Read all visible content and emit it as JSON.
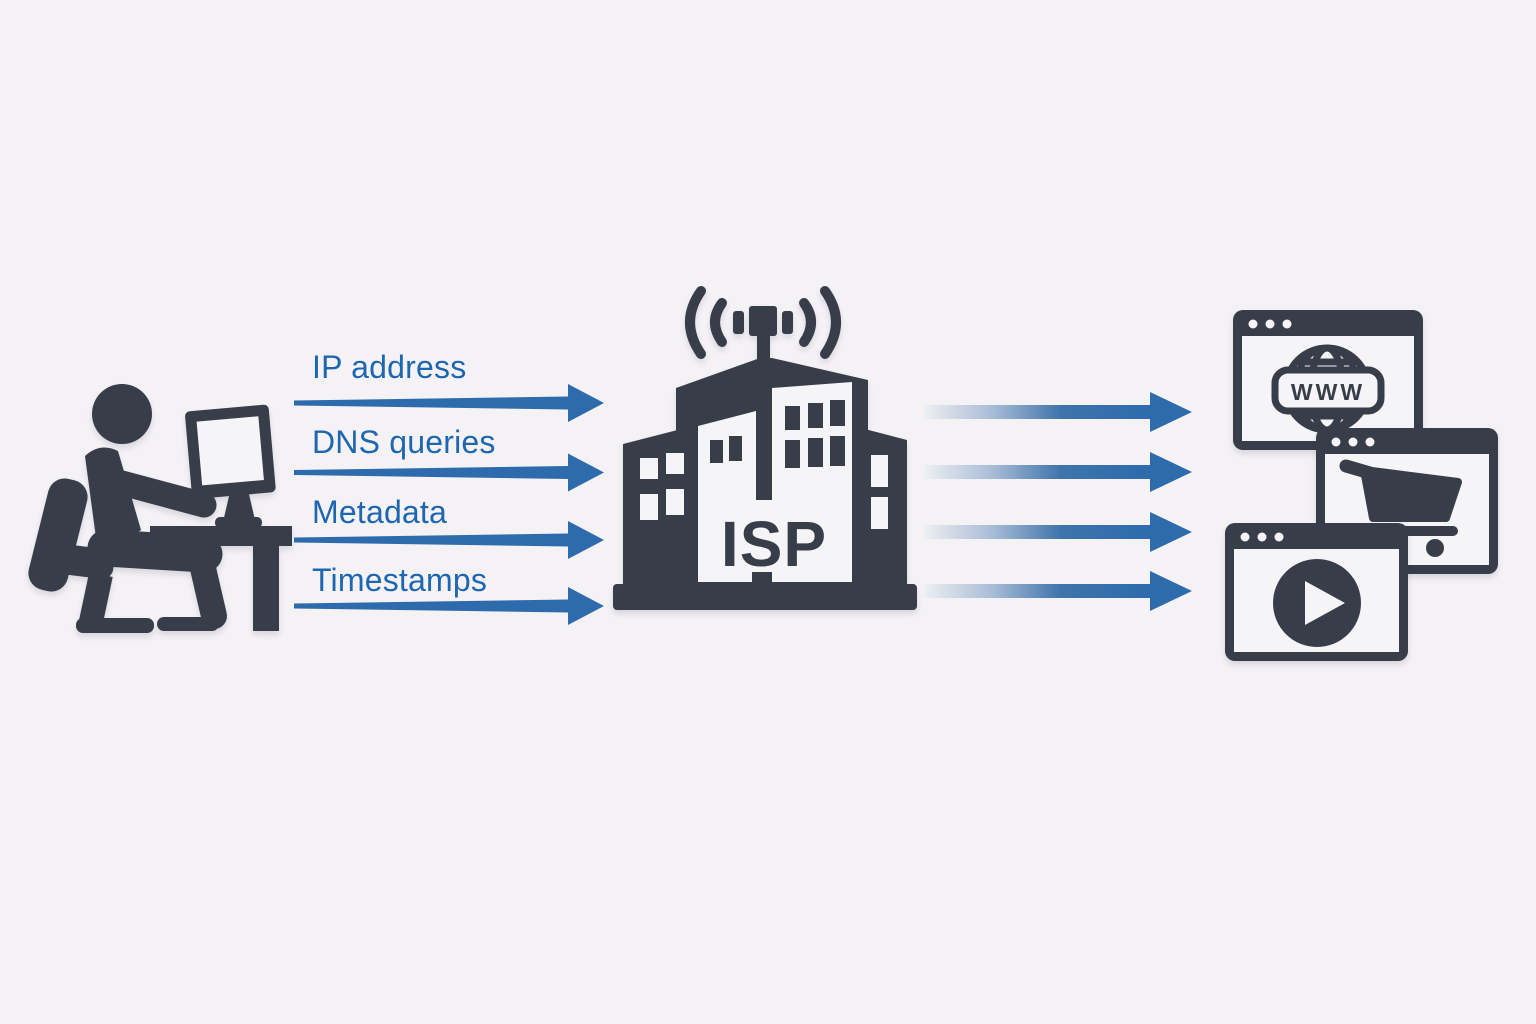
{
  "diagram": {
    "background": "#f4f2f5",
    "colors": {
      "dark": "#373d49",
      "arrow_blue": "#2d6bad",
      "label_blue": "#1e66af",
      "window_fill": "#f5f4f7"
    },
    "user": {
      "icon": "person-at-computer-icon"
    },
    "flows": [
      {
        "label": "IP address"
      },
      {
        "label": "DNS queries"
      },
      {
        "label": "Metadata"
      },
      {
        "label": "Timestamps"
      }
    ],
    "isp": {
      "label": "ISP",
      "icon": "isp-building-antenna-icon"
    },
    "destinations": {
      "browser": {
        "label": "WWW",
        "icon": "globe-www-browser-icon"
      },
      "shopping": {
        "icon": "shopping-cart-browser-icon"
      },
      "video": {
        "icon": "video-player-browser-icon"
      }
    },
    "arrows": {
      "user_to_isp": 4,
      "isp_to_web": 4
    }
  }
}
